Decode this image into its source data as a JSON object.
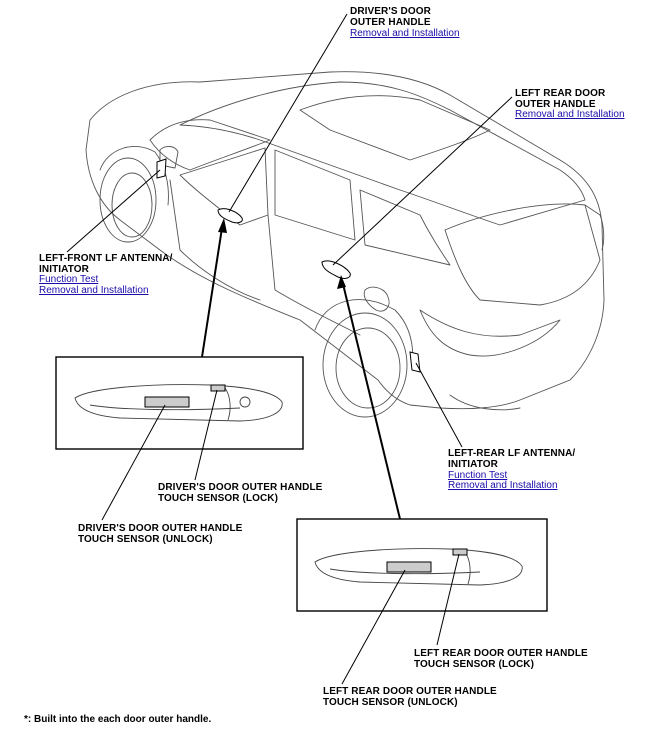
{
  "labels": {
    "drivers_door_outer_handle": {
      "line1": "DRIVER'S DOOR",
      "line2": "OUTER HANDLE",
      "link1": "Removal and Installation"
    },
    "left_rear_door_outer_handle": {
      "line1": "LEFT REAR DOOR",
      "line2": "OUTER HANDLE",
      "link1": "Removal and Installation"
    },
    "left_front_lf_antenna": {
      "line1": "LEFT-FRONT LF ANTENNA/",
      "line2": "INITIATOR",
      "link1": "Function Test",
      "link2": "Removal and Installation"
    },
    "left_rear_lf_antenna": {
      "line1": "LEFT-REAR LF ANTENNA/",
      "line2": "INITIATOR",
      "link1": "Function Test",
      "link2": "Removal and Installation"
    },
    "drivers_touch_lock": {
      "line1": "DRIVER'S DOOR OUTER HANDLE",
      "line2": "TOUCH SENSOR (LOCK)"
    },
    "drivers_touch_unlock": {
      "line1": "DRIVER'S DOOR OUTER HANDLE",
      "line2": "TOUCH SENSOR (UNLOCK)"
    },
    "rear_touch_lock": {
      "line1": "LEFT REAR DOOR OUTER HANDLE",
      "line2": "TOUCH SENSOR (LOCK)"
    },
    "rear_touch_unlock": {
      "line1": "LEFT REAR DOOR OUTER HANDLE",
      "line2": "TOUCH SENSOR (UNLOCK)"
    }
  },
  "footnote": "*: Built into the each door outer handle."
}
